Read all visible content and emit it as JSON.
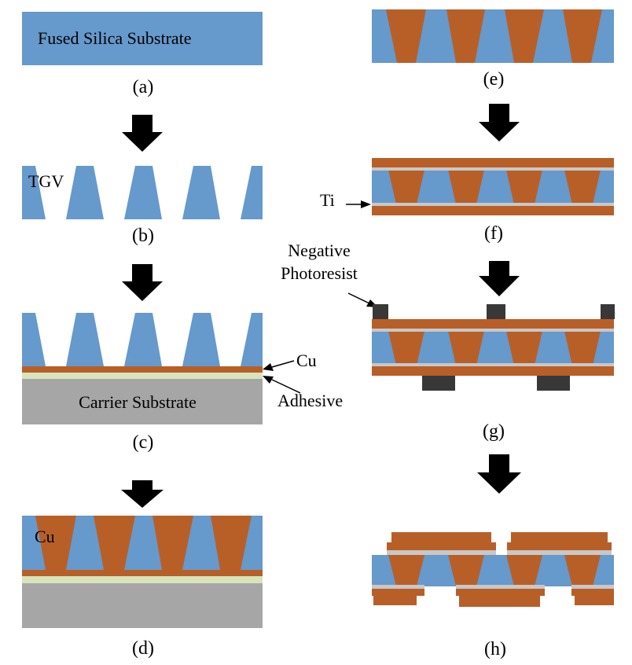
{
  "colors": {
    "silica": "#6699CC",
    "copper": "#B85F28",
    "titanium": "#C8C8C8",
    "adhesive": "#D8E4BC",
    "carrier": "#A6A6A6",
    "photoresist": "#383838",
    "arrow": "#000000"
  },
  "panels": {
    "a": {
      "caption": "(a)",
      "substrate_label": "Fused Silica Substrate"
    },
    "b": {
      "caption": "(b)",
      "tgv_label": "TGV"
    },
    "c": {
      "caption": "(c)",
      "cu_label": "Cu",
      "adhesive_label": "Adhesive",
      "carrier_label": "Carrier Substrate"
    },
    "d": {
      "caption": "(d)",
      "cu_label": "Cu"
    },
    "e": {
      "caption": "(e)"
    },
    "f": {
      "caption": "(f)",
      "ti_label": "Ti"
    },
    "g": {
      "caption": "(g)",
      "photoresist_label_line1": "Negative",
      "photoresist_label_line2": "Photoresist"
    },
    "h": {
      "caption": "(h)"
    }
  }
}
